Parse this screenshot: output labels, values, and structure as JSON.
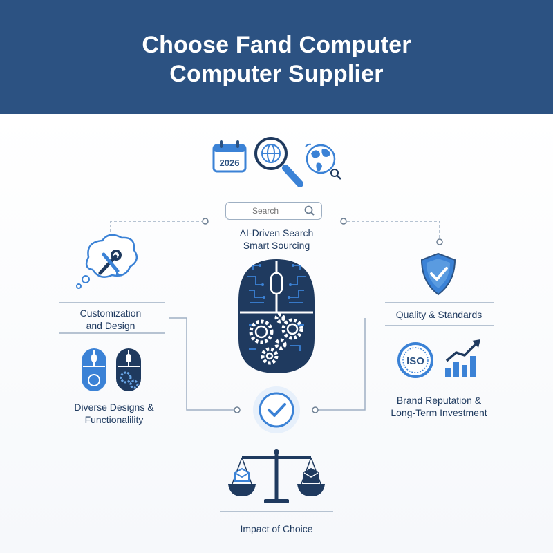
{
  "title_lines": [
    "Choose Fand Computer",
    "Computer Supplier"
  ],
  "calendar_year": "2026",
  "search": {
    "placeholder": "Search"
  },
  "ai_search": {
    "lines": [
      "AI-Driven Search",
      "Smart Sourcing"
    ]
  },
  "customization": {
    "lines": [
      "Customization",
      "and Design"
    ]
  },
  "diverse": {
    "lines": [
      "Diverse Designs &",
      "Functionalility"
    ]
  },
  "quality": {
    "label": "Quality & Standards"
  },
  "iso_badge": "ISO",
  "brand": {
    "lines": [
      "Brand Reputation &",
      "Long-Term Investment"
    ]
  },
  "impact": {
    "label": "Impact of Choice"
  },
  "colors": {
    "navy": "#2c5282",
    "blue": "#3b82d6",
    "dark": "#1f3a5f",
    "line": "#9fb0c3"
  }
}
